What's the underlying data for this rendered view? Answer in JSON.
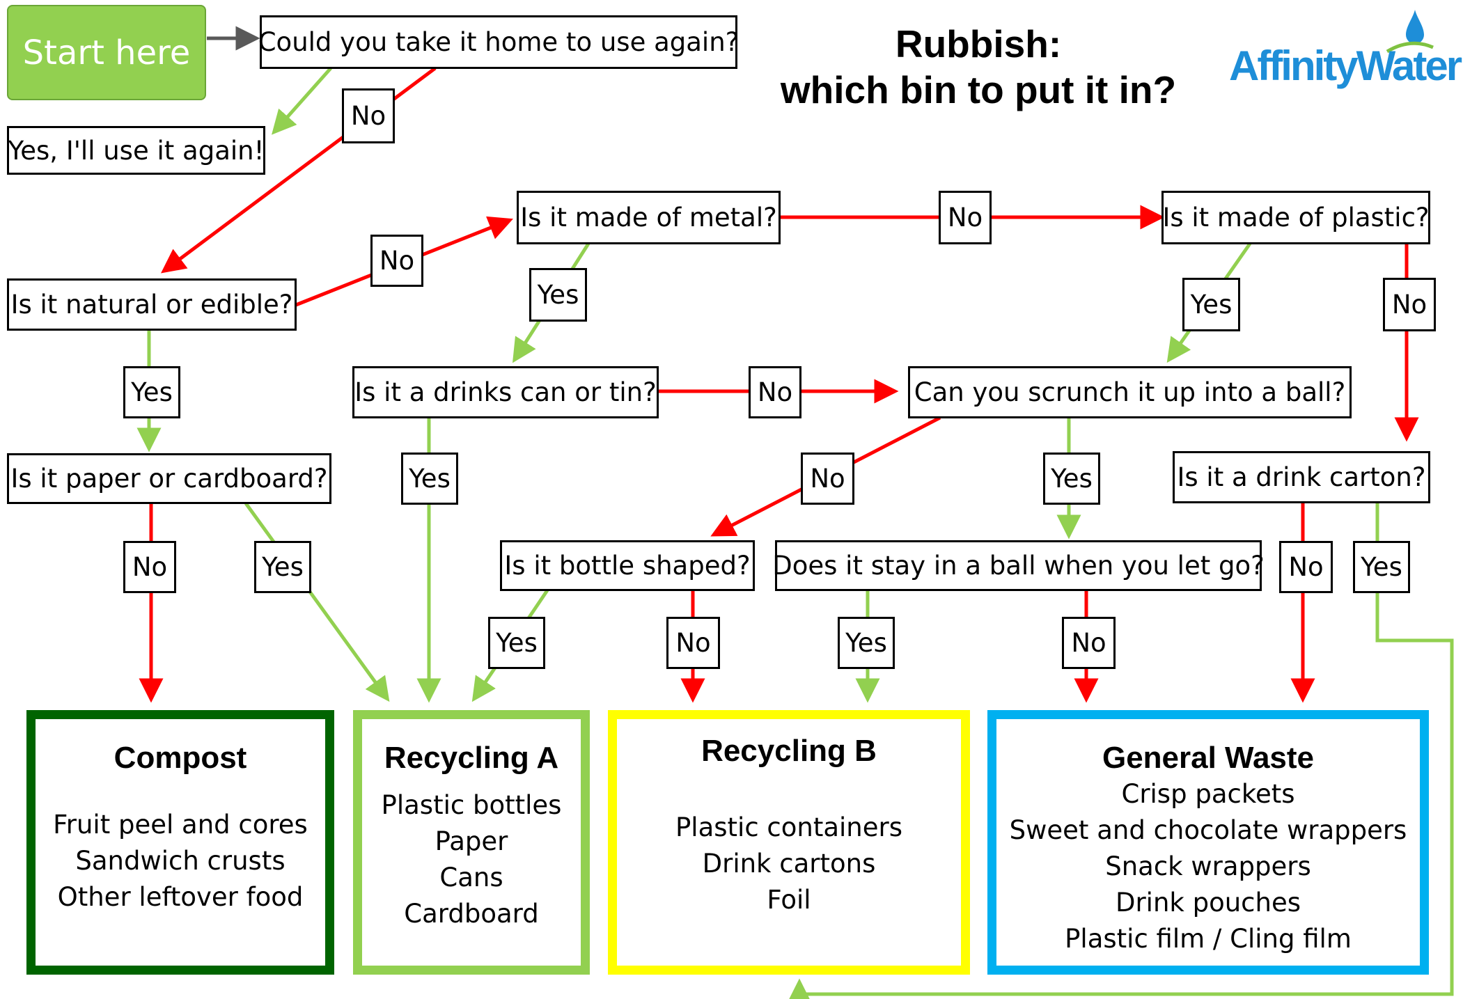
{
  "title": {
    "line1": "Rubbish:",
    "line2": "which bin to put it in?"
  },
  "logo": {
    "text": "AffinityWater",
    "color": "#1e8ed8"
  },
  "start": {
    "label": "Start here"
  },
  "questions": {
    "take_home": "Could you take it home to use again?",
    "use_again": "Yes, I'll use it again!",
    "natural": "Is it natural or edible?",
    "metal": "Is it made of metal?",
    "plastic": "Is it made of plastic?",
    "drinks_can": "Is it a drinks can or tin?",
    "scrunch": "Can you scrunch it up into a ball?",
    "paper": "Is it paper or cardboard?",
    "carton": "Is it a drink carton?",
    "bottle": "Is it bottle shaped?",
    "stay_ball": "Does it stay in a ball when you let go?"
  },
  "answers": {
    "yes": "Yes",
    "no": "No"
  },
  "bins": {
    "compost": {
      "title": "Compost",
      "items": [
        "Fruit peel and cores",
        "Sandwich crusts",
        "Other leftover food"
      ],
      "color": "#006400"
    },
    "recycling_a": {
      "title": "Recycling A",
      "items": [
        "Plastic bottles",
        "Paper",
        "Cans",
        "Cardboard"
      ],
      "color": "#92d050"
    },
    "recycling_b": {
      "title": "Recycling B",
      "items": [
        "Plastic containers",
        "Drink cartons",
        "Foil"
      ],
      "color": "#ffff00"
    },
    "general": {
      "title": "General Waste",
      "items": [
        "Crisp packets",
        "Sweet and chocolate wrappers",
        "Snack wrappers",
        "Drink pouches",
        "Plastic film / Cling film"
      ],
      "color": "#00b0f0"
    }
  },
  "colors": {
    "yes_arrow": "#92d050",
    "no_arrow": "#ff0000",
    "start_arrow": "#595959"
  }
}
